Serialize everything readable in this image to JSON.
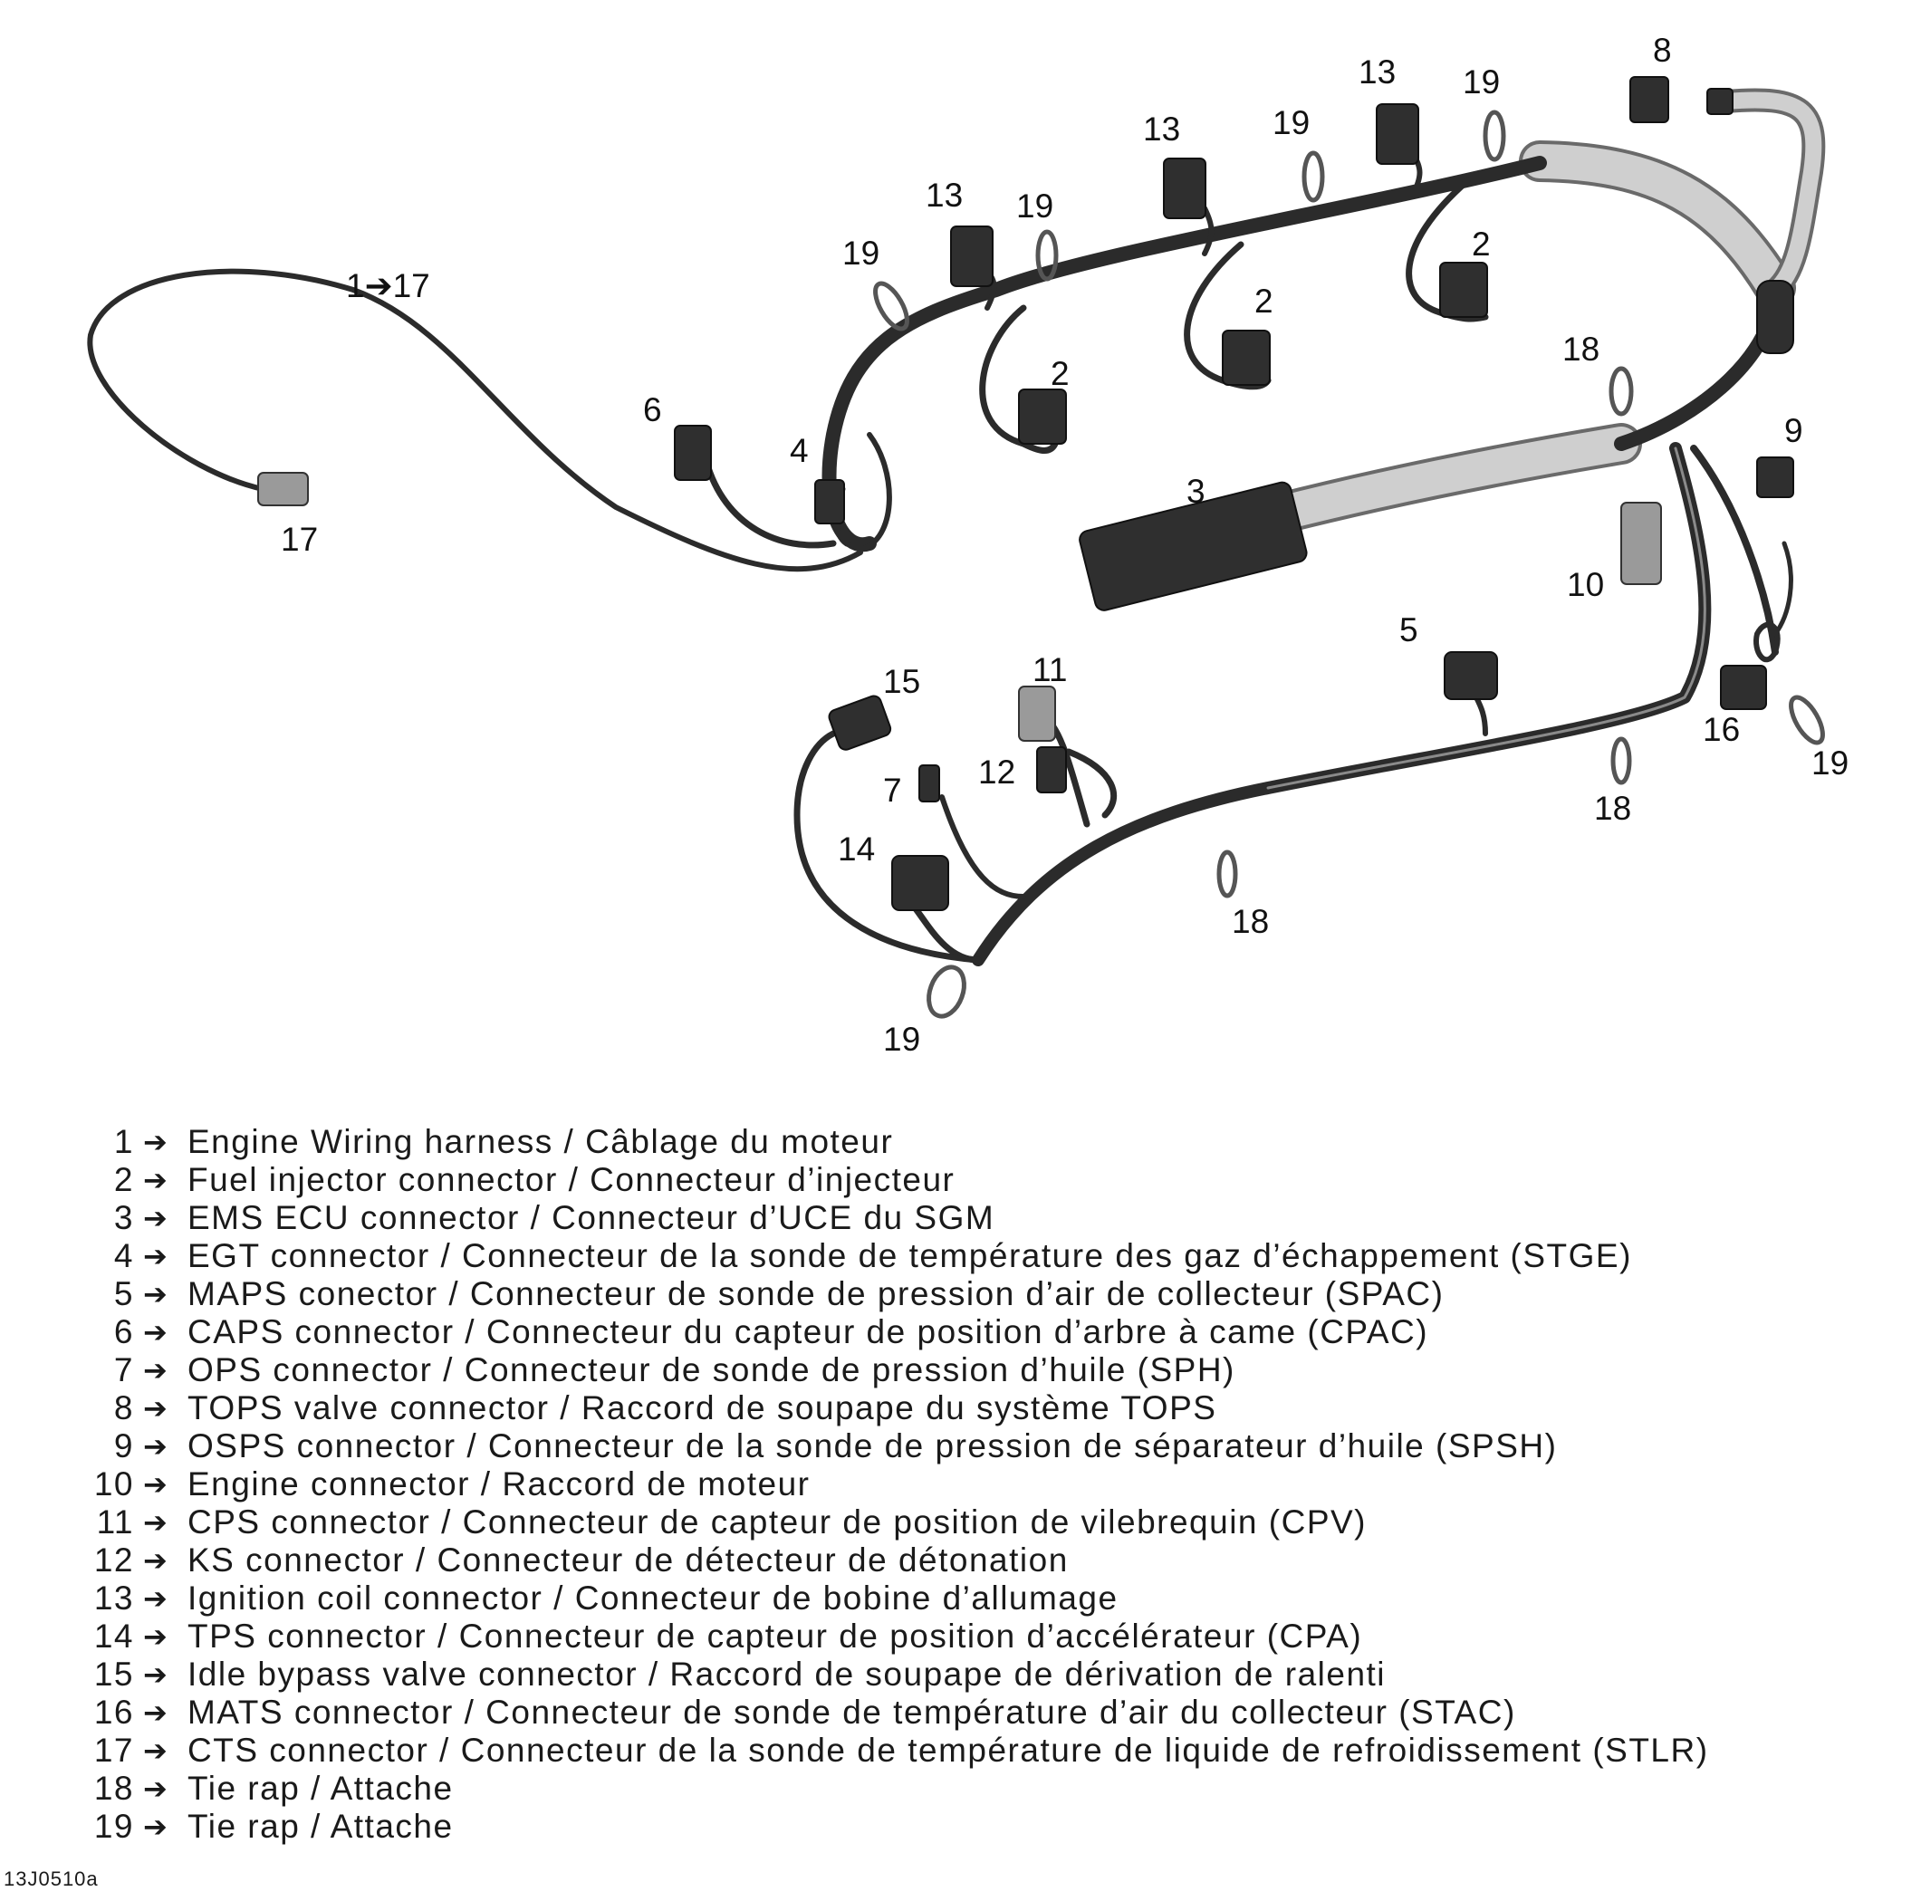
{
  "callouts": {
    "c1_17": "1➔17",
    "c17": "17",
    "c6": "6",
    "c4": "4",
    "c19a": "19",
    "c13a": "13",
    "c19b": "19",
    "c2a": "2",
    "c13b": "13",
    "c19c": "19",
    "c2b": "2",
    "c13c": "13",
    "c19d": "19",
    "c2c": "2",
    "c8": "8",
    "c18a": "18",
    "c9": "9",
    "c3": "3",
    "c10": "10",
    "c5": "5",
    "c11": "11",
    "c15": "15",
    "c12": "12",
    "c7": "7",
    "c14": "14",
    "c16": "16",
    "c19e": "19",
    "c18b": "18",
    "c18c": "18",
    "c19f": "19"
  },
  "legend": [
    {
      "num": "1",
      "text": "Engine Wiring harness / Câblage du moteur"
    },
    {
      "num": "2",
      "text": "Fuel injector connector / Connecteur d’injecteur"
    },
    {
      "num": "3",
      "text": "EMS ECU connector / Connecteur d’UCE du SGM"
    },
    {
      "num": "4",
      "text": "EGT connector / Connecteur de la sonde de température des gaz d’échappement (STGE)"
    },
    {
      "num": "5",
      "text": "MAPS conector / Connecteur de sonde de pression d’air de collecteur (SPAC)"
    },
    {
      "num": "6",
      "text": "CAPS connector / Connecteur du capteur de position d’arbre à came (CPAC)"
    },
    {
      "num": "7",
      "text": "OPS connector / Connecteur de sonde de pression d’huile (SPH)"
    },
    {
      "num": "8",
      "text": "TOPS valve connector / Raccord de soupape du système TOPS"
    },
    {
      "num": "9",
      "text": "OSPS connector / Connecteur de la sonde de pression de séparateur d’huile (SPSH)"
    },
    {
      "num": "10",
      "text": "Engine connector / Raccord de moteur"
    },
    {
      "num": "11",
      "text": "CPS connector / Connecteur de capteur de position de vilebrequin (CPV)"
    },
    {
      "num": "12",
      "text": "KS connector / Connecteur de détecteur de détonation"
    },
    {
      "num": "13",
      "text": "Ignition coil connector / Connecteur de bobine d’allumage"
    },
    {
      "num": "14",
      "text": "TPS connector / Connecteur de capteur de position d’accélérateur (CPA)"
    },
    {
      "num": "15",
      "text": "Idle bypass valve connector / Raccord de soupape de dérivation de ralenti"
    },
    {
      "num": "16",
      "text": "MATS connector / Connecteur de sonde de température d’air du collecteur (STAC)"
    },
    {
      "num": "17",
      "text": "CTS connector / Connecteur de la sonde de température de liquide de refroidissement (STLR)"
    },
    {
      "num": "18",
      "text": "Tie rap / Attache"
    },
    {
      "num": "19",
      "text": "Tie rap / Attache"
    }
  ],
  "legend_arrow": "➔",
  "figure_code": "13J0510a"
}
